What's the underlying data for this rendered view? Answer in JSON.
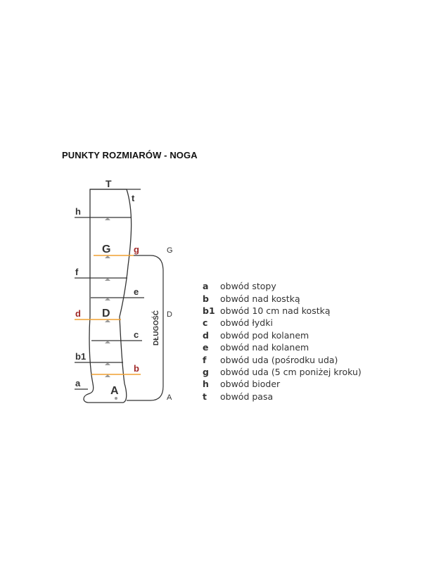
{
  "title": "PUNKTY ROZMIARÓW - NOGA",
  "diagram": {
    "labels": {
      "T": "T",
      "t": "t",
      "h": "h",
      "G": "G",
      "g": "g",
      "G_right": "G",
      "f": "f",
      "e": "e",
      "d": "d",
      "D": "D",
      "D_right": "D",
      "c": "c",
      "b1": "b1",
      "b": "b",
      "a": "a",
      "A": "A",
      "A_right": "A",
      "length": "DŁUGOŚĆ"
    },
    "colors": {
      "outline": "#333333",
      "highlight": "#f0a030",
      "highlight_label": "#a02828",
      "marker": "#999999"
    }
  },
  "legend": [
    {
      "key": "a",
      "text": "obwód stopy"
    },
    {
      "key": "b",
      "text": "obwód nad kostką"
    },
    {
      "key": "b1",
      "text": "obwód 10 cm nad kostką"
    },
    {
      "key": "c",
      "text": "obwód łydki"
    },
    {
      "key": "d",
      "text": "obwód pod kolanem"
    },
    {
      "key": "e",
      "text": "obwód nad kolanem"
    },
    {
      "key": "f",
      "text": "obwód uda (pośrodku uda)"
    },
    {
      "key": "g",
      "text": "obwód uda (5 cm poniżej kroku)"
    },
    {
      "key": "h",
      "text": "obwód bioder"
    },
    {
      "key": "t",
      "text": "obwód pasa"
    }
  ]
}
